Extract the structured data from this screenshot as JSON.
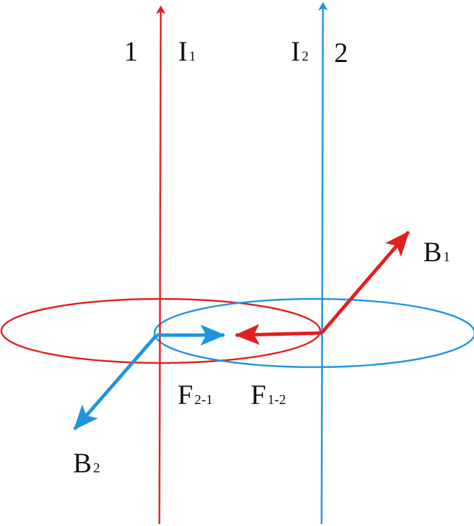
{
  "colors": {
    "wire1": "#e02020",
    "wire2": "#1f95dd",
    "text": "#111111",
    "background": "#ffffff"
  },
  "wire1": {
    "number": "1",
    "current": {
      "main": "I",
      "sub": "1"
    }
  },
  "wire2": {
    "number": "2",
    "current": {
      "main": "I",
      "sub": "2"
    }
  },
  "field_b1": {
    "main": "B",
    "sub": "1"
  },
  "field_b2": {
    "main": "B",
    "sub": "2"
  },
  "force_f21": {
    "main": "F",
    "sub": "2-1"
  },
  "force_f12": {
    "main": "F",
    "sub": "1-2"
  }
}
